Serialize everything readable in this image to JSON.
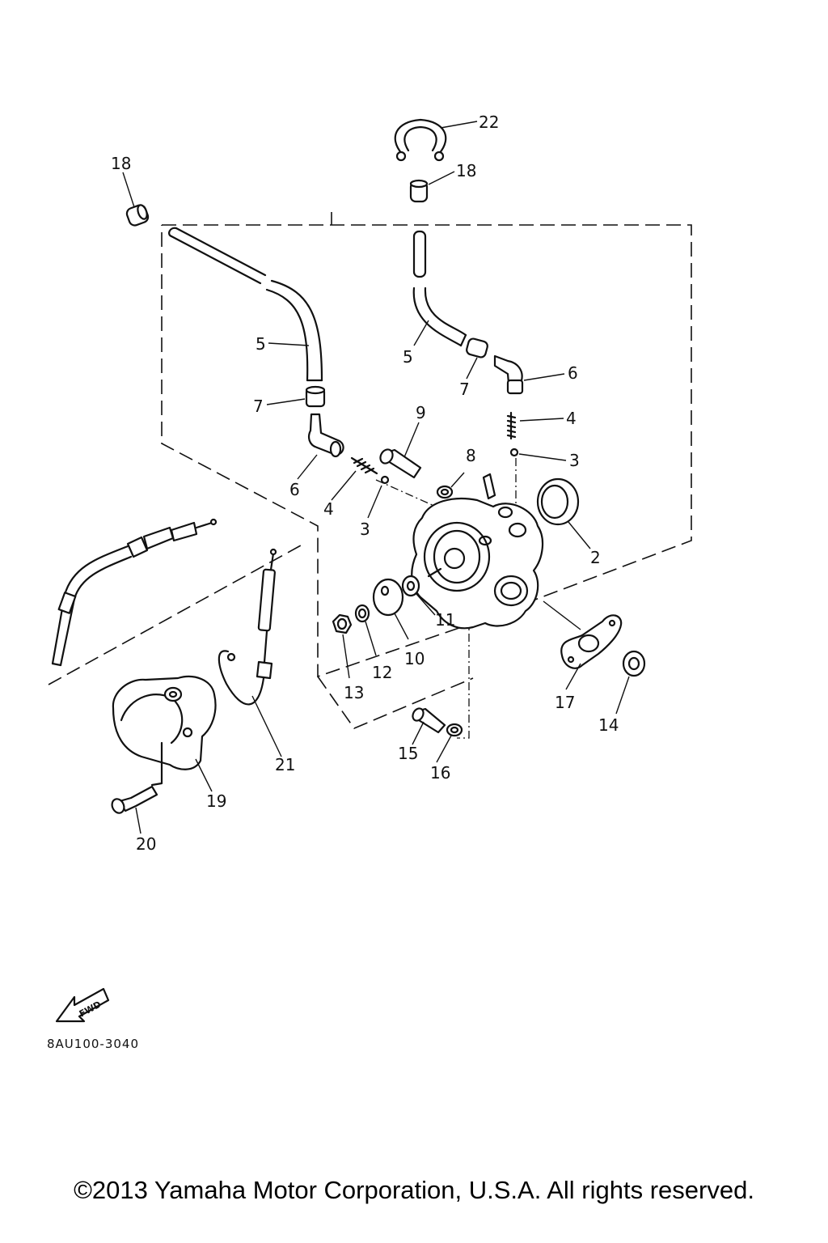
{
  "callouts": {
    "c22": "22",
    "c18a": "18",
    "c18b": "18",
    "c5a": "5",
    "c5b": "5",
    "c7a": "7",
    "c7b": "7",
    "c6a": "6",
    "c6b": "6",
    "c9": "9",
    "c4a": "4",
    "c4b": "4",
    "c3a": "3",
    "c3b": "3",
    "c8": "8",
    "c2": "2",
    "c11": "11",
    "c10": "10",
    "c12": "12",
    "c13": "13",
    "c17": "17",
    "c14": "14",
    "c15": "15",
    "c16": "16",
    "c21": "21",
    "c19": "19",
    "c20": "20"
  },
  "fwd_label": "FWD",
  "diagram_code": "8AU100-3040",
  "copyright": "©2013 Yamaha Motor Corporation, U.S.A. All rights reserved."
}
